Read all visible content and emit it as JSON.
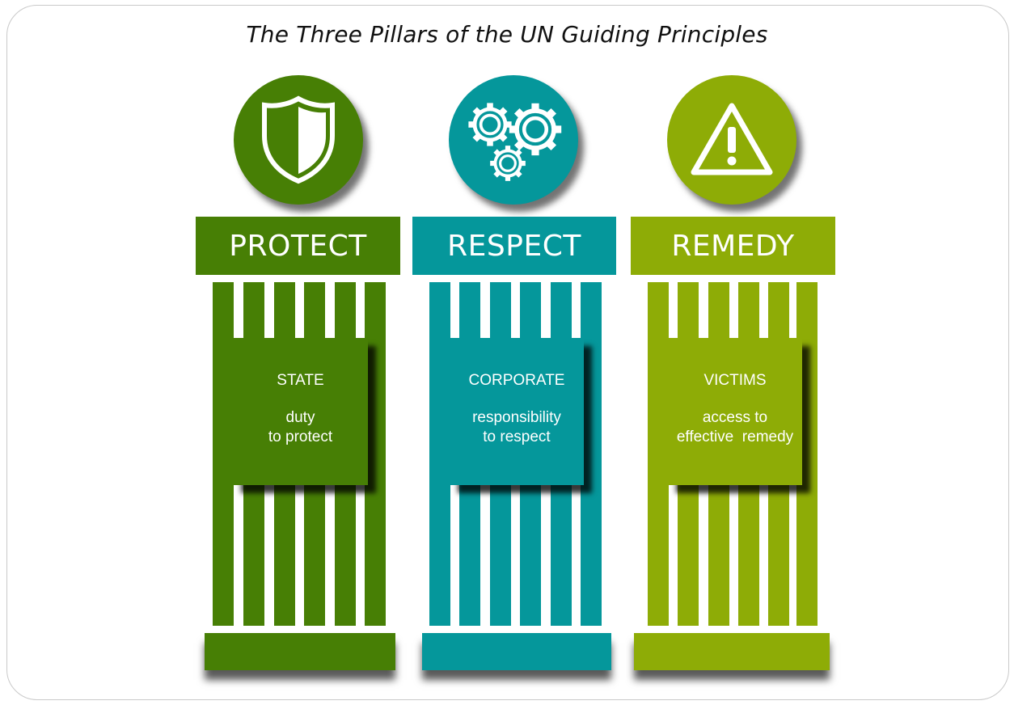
{
  "title": "The Three Pillars of the UN Guiding Principles",
  "pillars": [
    {
      "name": "PROTECT",
      "label": "STATE",
      "desc_line1": "duty",
      "desc_line2": "to protect",
      "color": "#477f05",
      "icon": "shield-icon"
    },
    {
      "name": "RESPECT",
      "label": "CORPORATE",
      "desc_line1": "responsibility",
      "desc_line2": "to respect",
      "color": "#05979b",
      "icon": "gears-icon"
    },
    {
      "name": "REMEDY",
      "label": "VICTIMS",
      "desc_line1": "access to",
      "desc_line2": "effective  remedy",
      "color": "#8eac06",
      "icon": "warning-icon"
    }
  ]
}
